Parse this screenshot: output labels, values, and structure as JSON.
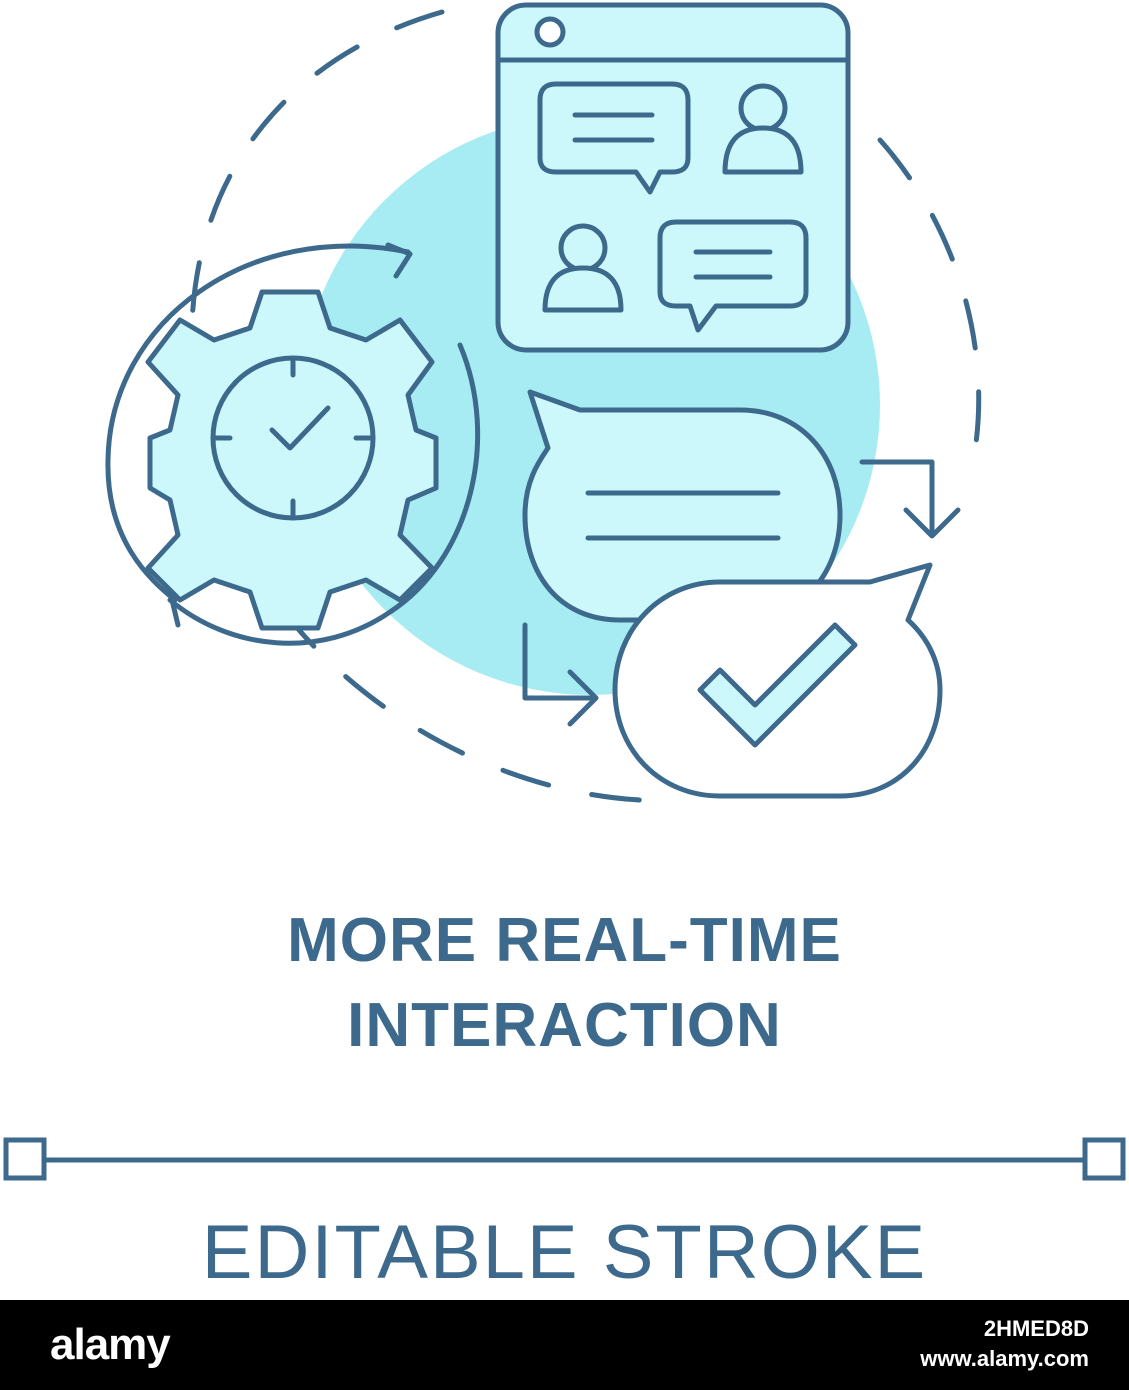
{
  "illustration": {
    "colors": {
      "stroke": "#3d6a8c",
      "fill": "#cdf8fb",
      "background_blob": "#a7ecf2"
    },
    "icons": [
      "dashed-orbit",
      "gear-clock-icon",
      "refresh-arrows-icon",
      "chat-window-icon",
      "speech-bubble-icon",
      "check-bubble-icon",
      "arrow-icon"
    ]
  },
  "title": {
    "line1": "MORE REAL-TIME",
    "line2": "INTERACTION"
  },
  "stroke_label": "EDITABLE STROKE",
  "footer": {
    "logo": "alamy",
    "image_id": "2HMED8D",
    "site": "www.alamy.com"
  }
}
